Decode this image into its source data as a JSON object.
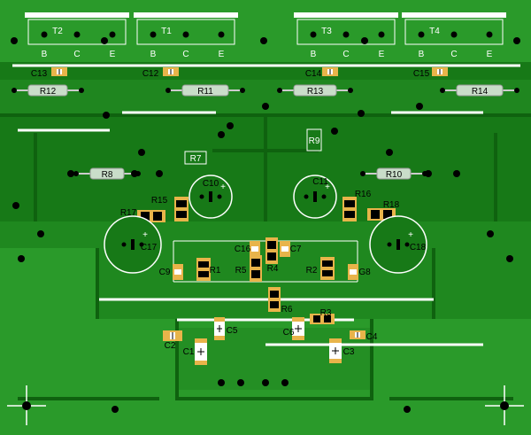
{
  "transistors": [
    {
      "ref": "T2",
      "pins": [
        "B",
        "C",
        "E"
      ]
    },
    {
      "ref": "T1",
      "pins": [
        "B",
        "C",
        "E"
      ]
    },
    {
      "ref": "T3",
      "pins": [
        "B",
        "C",
        "E"
      ]
    },
    {
      "ref": "T4",
      "pins": [
        "B",
        "C",
        "E"
      ]
    }
  ],
  "resistors": [
    "R12",
    "R11",
    "R13",
    "R14",
    "R9",
    "R7",
    "R8",
    "R10",
    "R15",
    "R16",
    "R17",
    "R18",
    "R1",
    "R5",
    "R4",
    "R2",
    "R6",
    "R3"
  ],
  "capacitors": [
    "C13",
    "C12",
    "C14",
    "C15",
    "C10",
    "C11",
    "C17",
    "C18",
    "C16",
    "C7",
    "C9",
    "G8",
    "C5",
    "C6",
    "C2",
    "C1",
    "C4",
    "C3"
  ],
  "polarity_mark": "+",
  "colors": {
    "board": "#177917",
    "copper": "#2a9a2a",
    "silkscreen": "#ffffff",
    "smd_pad": "#e8b44a"
  }
}
